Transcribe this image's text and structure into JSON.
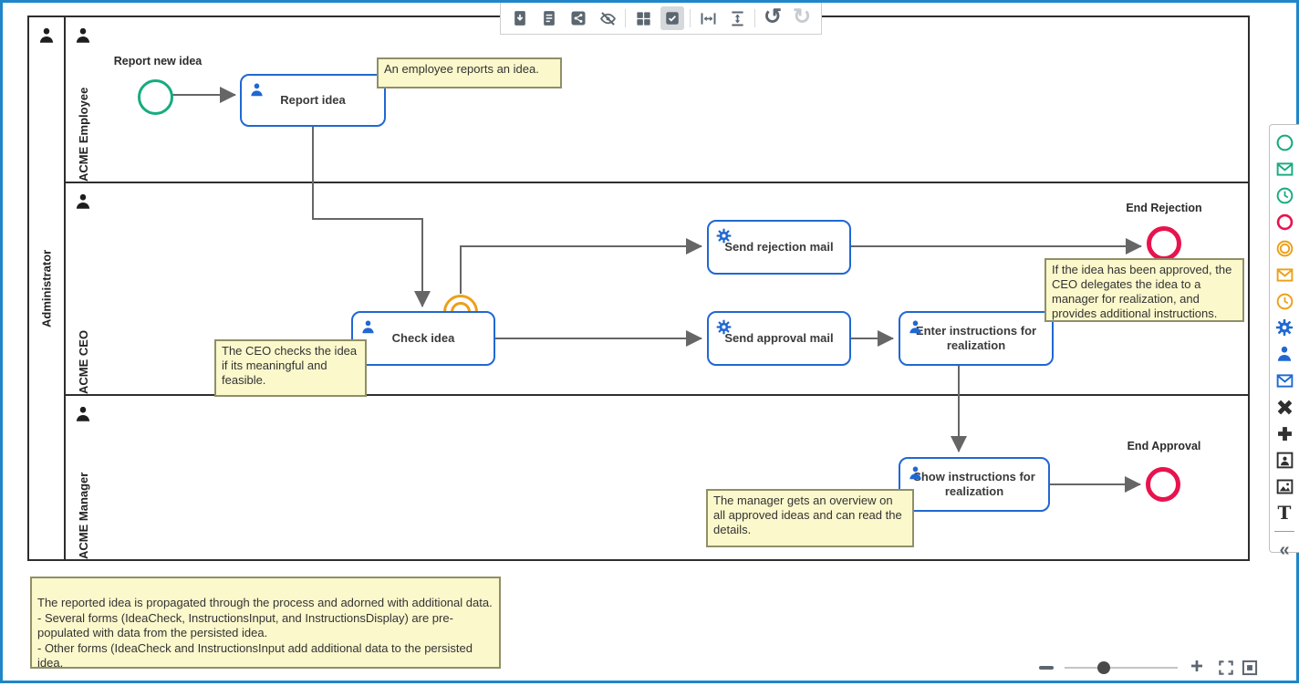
{
  "colors": {
    "page_border": "#1e86c9",
    "task_blue": "#2068d2",
    "start_green": "#17ab7f",
    "end_red": "#e8134e",
    "intermediate_orange": "#eca019",
    "note_bg": "#fbf8cc",
    "note_border": "#8f8f68",
    "connector_gray": "#666666",
    "toolbar_icon_gray": "#5b6670"
  },
  "toolbar": {
    "icons": [
      "download-document",
      "document",
      "share",
      "hide-elements",
      "grid",
      "multiselect-checkbox-active",
      "fit-width",
      "fit-height",
      "undo",
      "redo-disabled"
    ],
    "undo_glyph": "↺",
    "redo_glyph": "↻"
  },
  "pool": {
    "label": "Administrator",
    "lanes": [
      "ACME Employee",
      "ACME CEO",
      "ACME Manager"
    ]
  },
  "diagram": {
    "start_event": {
      "label": "Report new idea"
    },
    "end_events": [
      {
        "label": "End Rejection"
      },
      {
        "label": "End Approval"
      }
    ],
    "tasks": [
      {
        "label": "Report idea",
        "type": "user"
      },
      {
        "label": "Check idea",
        "type": "user"
      },
      {
        "label": "Send rejection mail",
        "type": "service"
      },
      {
        "label": "Send approval mail",
        "type": "service"
      },
      {
        "label": "Enter instructions for realization",
        "type": "user"
      },
      {
        "label": "Show instructions for realization",
        "type": "user"
      }
    ],
    "annotations": [
      {
        "text": "An employee reports an idea."
      },
      {
        "text": "The CEO checks the idea if its meaningful and feasible."
      },
      {
        "text": "If the idea has been approved, the CEO delegates the idea to a manager for realization, and provides additional instructions."
      },
      {
        "text": "The manager gets an overview on all approved ideas and can read the details."
      },
      {
        "text": "The reported idea is propagated through the process and adorned with additional data.\n- Several forms (IdeaCheck, InstructionsInput, and InstructionsDisplay) are pre-populated with data from the persisted idea.\n- Other forms (IdeaCheck and InstructionsInput add additional data to the persisted idea."
      }
    ]
  },
  "palette": {
    "items": [
      "start-event",
      "message-start-event",
      "timer-start-event",
      "end-event",
      "intermediate-event",
      "message-intermediate-event",
      "timer-intermediate-event",
      "service-task",
      "user-task",
      "send-task",
      "exclusive-gateway",
      "parallel-gateway",
      "user-image",
      "image",
      "text-annotation",
      "collapse-palette"
    ],
    "collapse_glyph": "«",
    "text_tool_glyph": "T"
  }
}
